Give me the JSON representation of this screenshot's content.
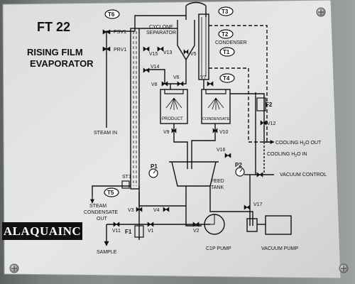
{
  "title": "FT 22",
  "subtitle": [
    "RISING FILM",
    "EVAPORATOR"
  ],
  "watermark": "ALAQUAINC",
  "tags": {
    "t1": "T1",
    "t2": "T2",
    "t3": "T3",
    "t4": "T4",
    "t5": "T5",
    "t6": "T6",
    "p1": "P1",
    "p2": "P2",
    "f1": "F1",
    "f2": "F2"
  },
  "labels": {
    "cyclone": [
      "CYCLONE",
      "SEPARATOR"
    ],
    "condenser": "CONDENSER",
    "product": "PRODUCT",
    "condensate": "CONDENSATE",
    "feed_tank": [
      "FEED",
      "TANK"
    ],
    "steam_in": "STEAM  IN",
    "steam_condensate_out": [
      "STEAM",
      "CONDENSATE",
      "OUT"
    ],
    "sample": "SAMPLE",
    "pump": "C1P PUMP",
    "vacuum_pump": "VACUUM  PUMP",
    "cooling_out": "COOLING H",
    "cooling_out_sub": "2",
    "cooling_out_end": "O OUT",
    "cooling_in": "COOLING H",
    "cooling_in_sub": "2",
    "cooling_in_end": "O IN",
    "vacuum_control": "VACUUM CONTROL",
    "st1": "ST1"
  },
  "valves": {
    "psv1": "PSV1",
    "prv1": "PRV1",
    "v1": "V1",
    "v2": "V2",
    "v3": "V3",
    "v4": "V4",
    "v5": "V5",
    "v6": "V6",
    "v7": "V7",
    "v8": "V8",
    "v9": "V9",
    "v10": "V10",
    "v11": "V11",
    "v12": "V12",
    "v13": "V13",
    "v14": "V14",
    "v15": "V15",
    "v16": "V16",
    "v17": "V17"
  },
  "icons": [
    "screw-icon",
    "pressure-gauge-icon",
    "valve-icon",
    "pump-icon",
    "flow-arrow-icon"
  ]
}
